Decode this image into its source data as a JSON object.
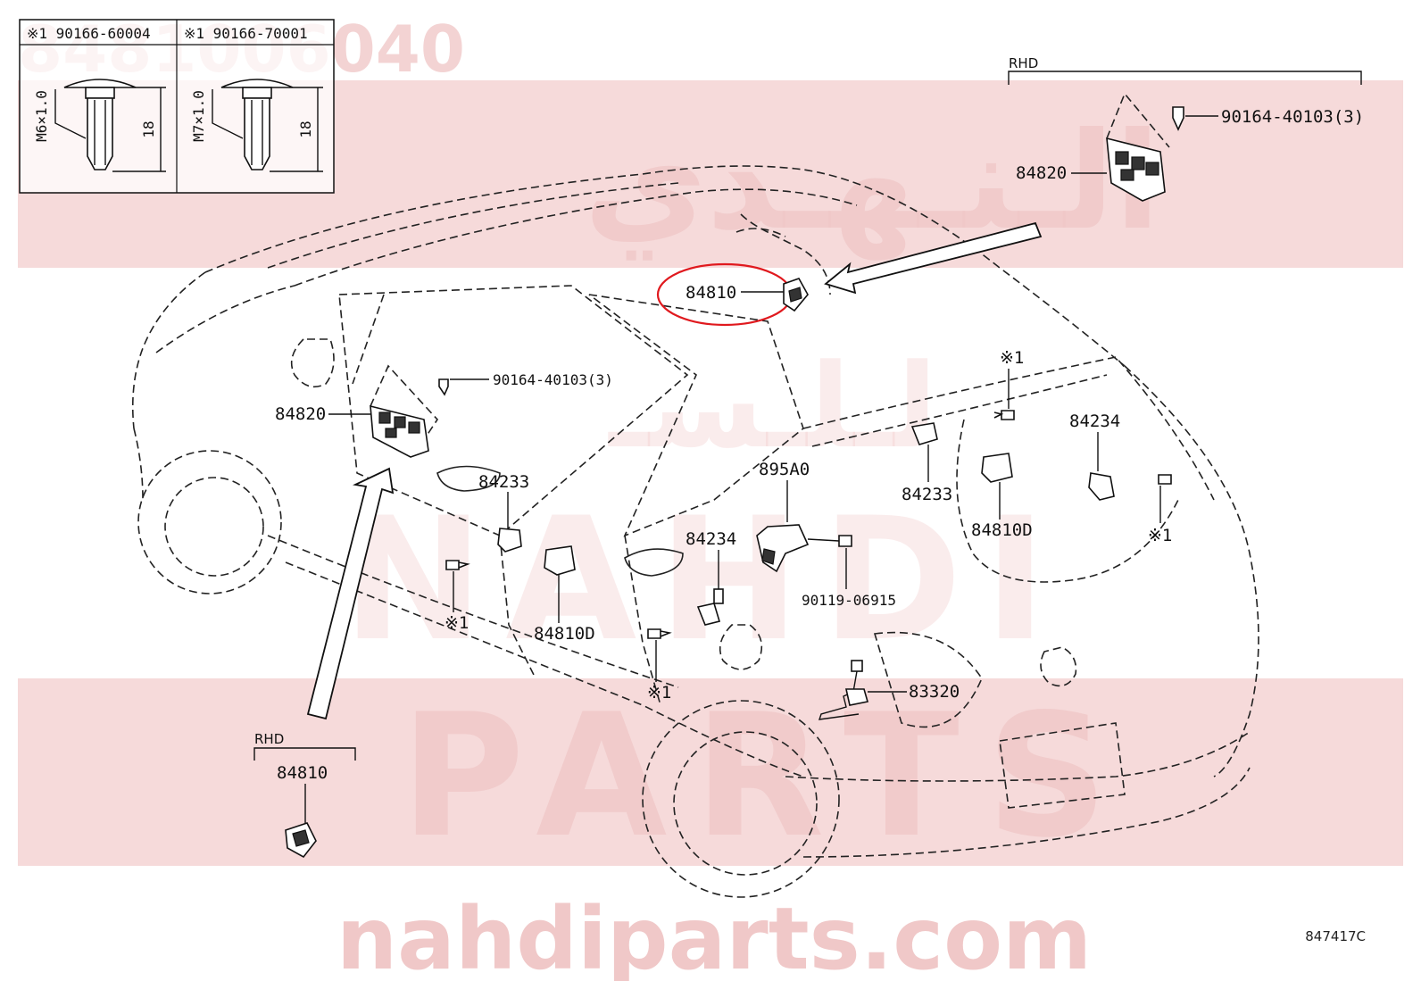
{
  "watermark": {
    "part_number": "8481006040",
    "arabic_line1": "الـنـهـدي",
    "arabic_line2": "لـلـسـ",
    "latin_line1": "NAHDI",
    "latin_line2": "PARTS",
    "website": "nahdiparts.com",
    "color": "#f0c8c8"
  },
  "inset_box": {
    "left": {
      "note": "※1 90166-60004",
      "thread": "M6×1.0",
      "length": "18"
    },
    "right": {
      "note": "※1 90166-70001",
      "thread": "M7×1.0",
      "length": "18"
    }
  },
  "rhd_labels": {
    "top": "RHD",
    "bottom": "RHD"
  },
  "callouts": {
    "p84820_top": "84820",
    "screw_top": "90164-40103(3)",
    "p84810_highlight": "84810",
    "note1_a": "※1",
    "p84820_left": "84820",
    "screw_left": "90164-40103(3)",
    "p84233_a": "84233",
    "p84233_b": "84233",
    "p84234_a": "84234",
    "p84234_b": "84234",
    "p895A0": "895A0",
    "p84810D_a": "84810D",
    "p84810D_b": "84810D",
    "note1_b": "※1",
    "note1_c": "※1",
    "note1_d": "※1",
    "bolt_90119": "90119-06915",
    "p83320": "83320",
    "p84810_rhd": "84810"
  },
  "figure_code": "847417C",
  "highlight_color": "#e0191e"
}
